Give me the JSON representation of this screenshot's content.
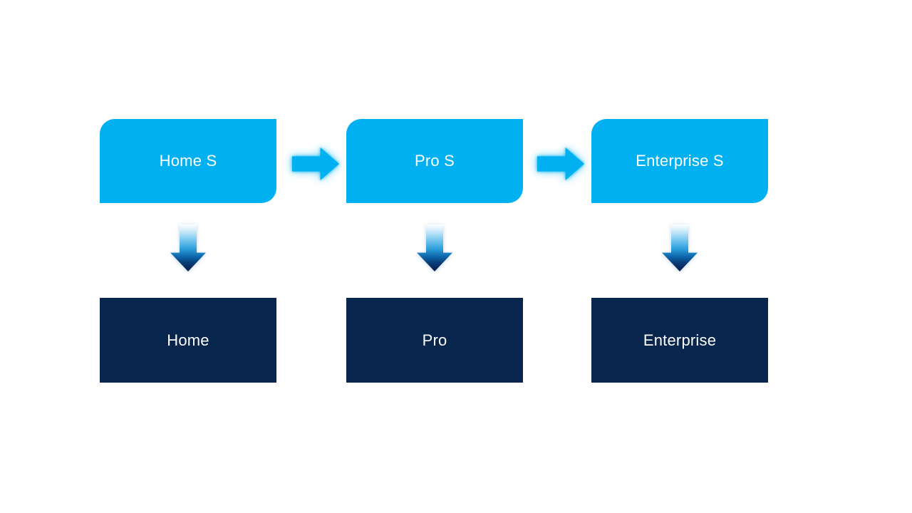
{
  "slide": {
    "background_color": "#FFFFFF",
    "colors": {
      "primary_light_blue": "#00B0F0",
      "dark_navy": "#08254E",
      "label_text": "#FFFFFF",
      "down_arrow_gradient_top": "#FFFFFF",
      "down_arrow_gradient_bottom": "#071F47"
    },
    "top_row": {
      "style": "light-blue-rounded-diagonal",
      "nodes": [
        {
          "label": "Home S"
        },
        {
          "label": "Pro S"
        },
        {
          "label": "Enterprise S"
        }
      ]
    },
    "bottom_row": {
      "style": "dark-navy-rectangle",
      "nodes": [
        {
          "label": "Home"
        },
        {
          "label": "Pro"
        },
        {
          "label": "Enterprise"
        }
      ]
    },
    "icons": {
      "right_arrow": "right-arrow-icon",
      "down_arrow": "down-arrow-icon"
    }
  }
}
